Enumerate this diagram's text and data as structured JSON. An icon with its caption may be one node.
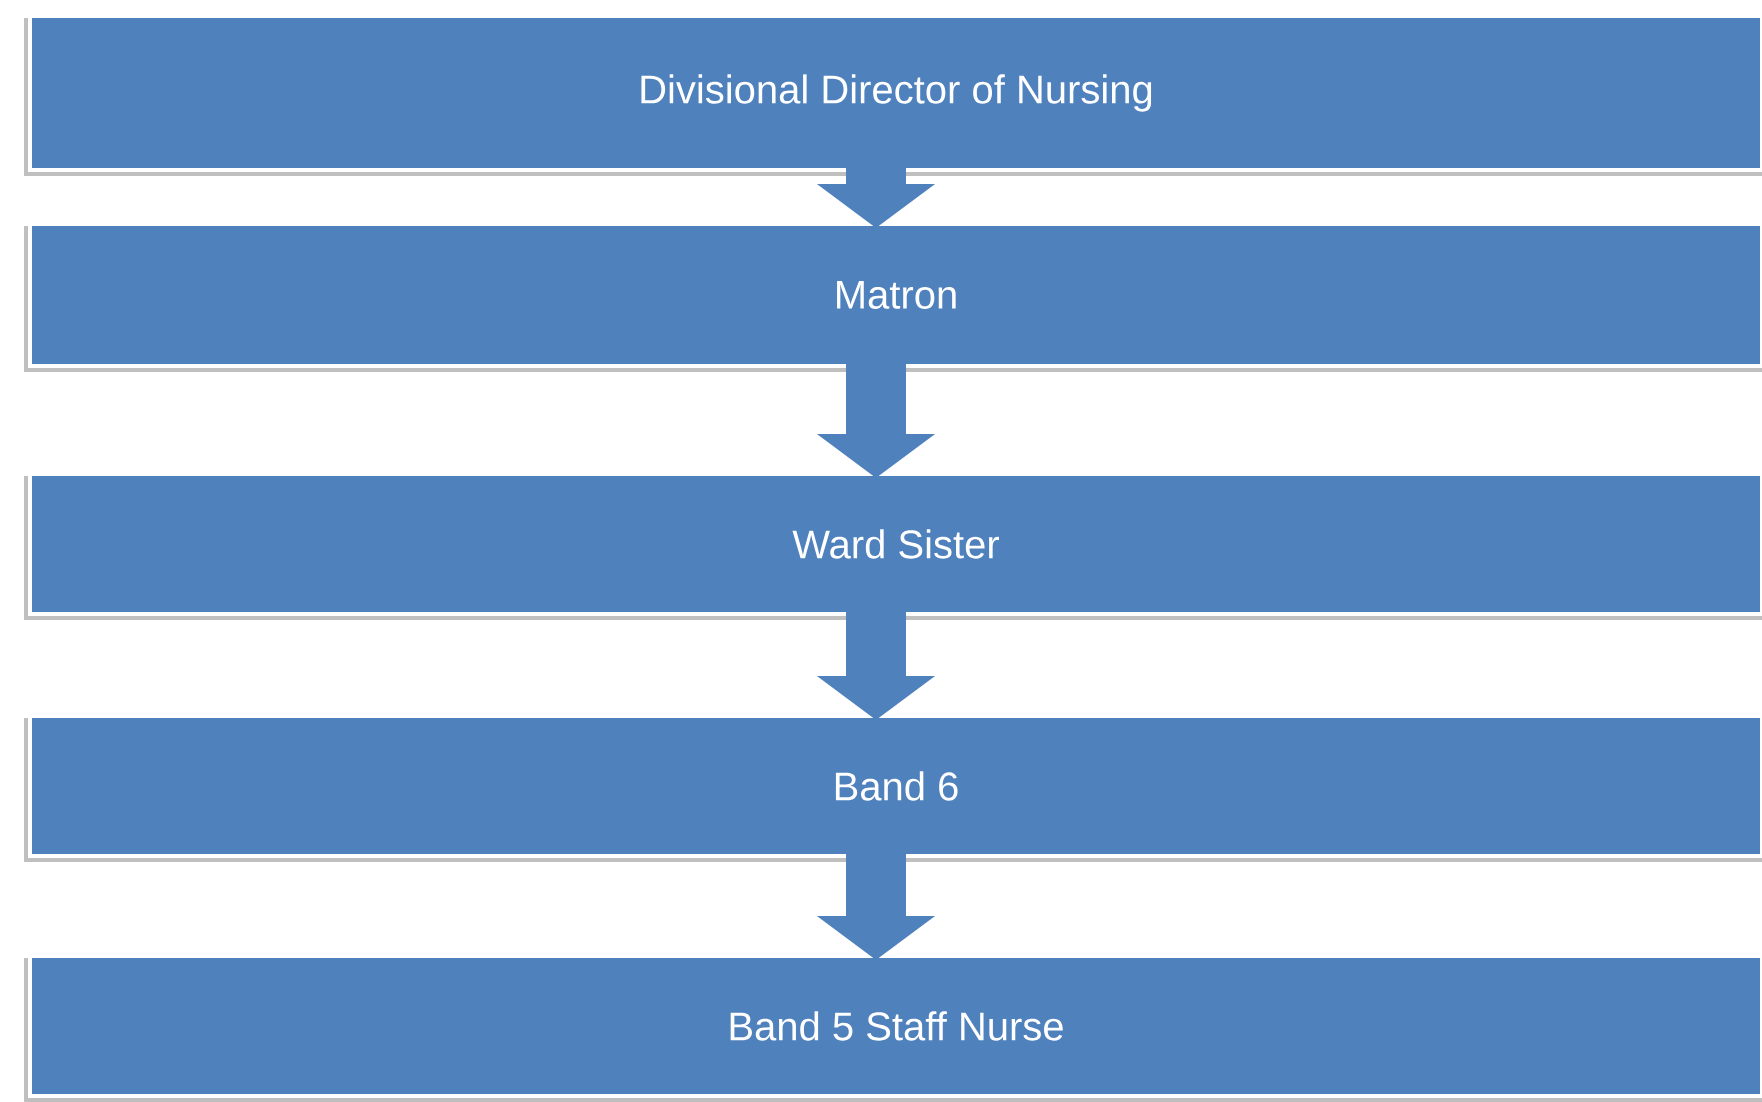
{
  "diagram": {
    "nodes": [
      {
        "text": [
          "Divisional Director of Nursing"
        ]
      },
      {
        "text": [
          "Matron"
        ]
      },
      {
        "text": [
          "Ward Sister"
        ]
      },
      {
        "text": [
          "Band 6"
        ]
      },
      {
        "text": [
          "Band 5 Staff Nurse"
        ]
      }
    ],
    "edges": [
      {
        "from": 0,
        "to": 1,
        "arrow": "to"
      },
      {
        "from": 1,
        "to": 2,
        "arrow": "to"
      },
      {
        "from": 2,
        "to": 3,
        "arrow": "to"
      },
      {
        "from": 3,
        "to": 4,
        "arrow": "to"
      }
    ]
  }
}
